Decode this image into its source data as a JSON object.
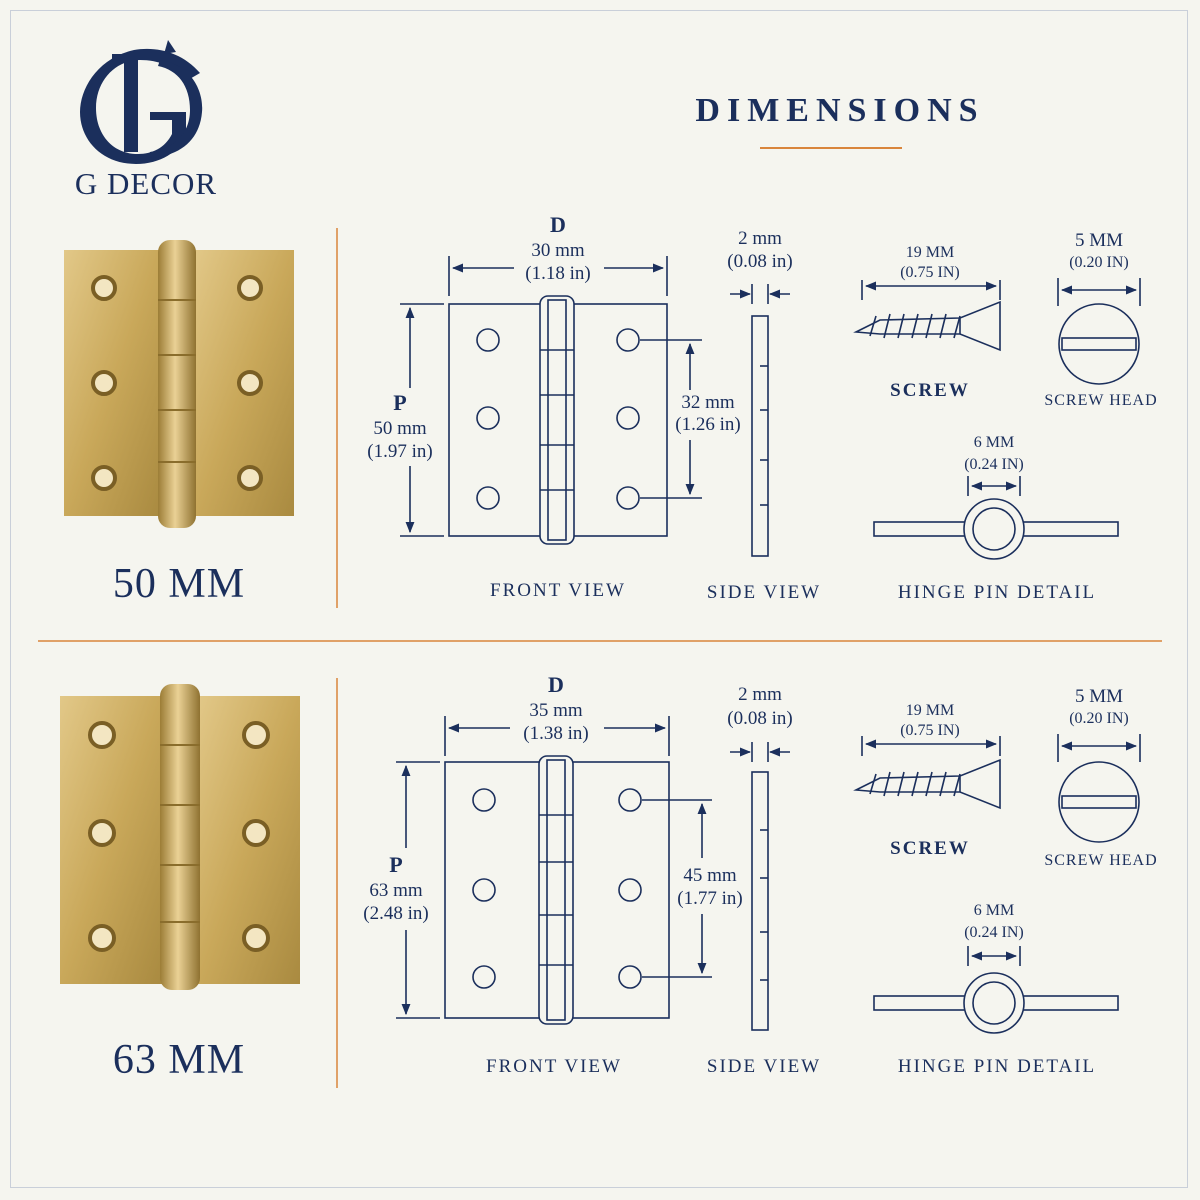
{
  "brand": {
    "name": "G DECOR",
    "logo_letters": "GD"
  },
  "heading": {
    "title": "DIMENSIONS"
  },
  "sections": [
    {
      "size_label": "50 MM",
      "width_letter": "D",
      "width_mm": "30 mm",
      "width_in": "(1.18 in)",
      "height_letter": "P",
      "height_mm": "50 mm",
      "height_in": "(1.97 in)",
      "hole_spacing_mm": "32 mm",
      "hole_spacing_in": "(1.26 in)",
      "thickness_mm": "2 mm",
      "thickness_in": "(0.08 in)",
      "screw_len_mm": "19 MM",
      "screw_len_in": "(0.75 IN)",
      "screw_label": "SCREW",
      "head_mm": "5 MM",
      "head_in": "(0.20 IN)",
      "head_label": "SCREW HEAD",
      "pin_mm": "6 MM",
      "pin_in": "(0.24 IN)",
      "pin_label": "HINGE PIN DETAIL",
      "front_label": "FRONT VIEW",
      "side_label": "SIDE VIEW"
    },
    {
      "size_label": "63 MM",
      "width_letter": "D",
      "width_mm": "35 mm",
      "width_in": "(1.38 in)",
      "height_letter": "P",
      "height_mm": "63 mm",
      "height_in": "(2.48 in)",
      "hole_spacing_mm": "45 mm",
      "hole_spacing_in": "(1.77 in)",
      "thickness_mm": "2 mm",
      "thickness_in": "(0.08 in)",
      "screw_len_mm": "19 MM",
      "screw_len_in": "(0.75 IN)",
      "screw_label": "SCREW",
      "head_mm": "5 MM",
      "head_in": "(0.20 IN)",
      "head_label": "SCREW HEAD",
      "pin_mm": "6 MM",
      "pin_in": "(0.24 IN)",
      "pin_label": "HINGE PIN DETAIL",
      "front_label": "FRONT VIEW",
      "side_label": "SIDE VIEW"
    }
  ],
  "colors": {
    "navy": "#1b2f5c",
    "accent": "#d9853b",
    "brass": "#c9a85a",
    "background": "#f5f5ef"
  }
}
